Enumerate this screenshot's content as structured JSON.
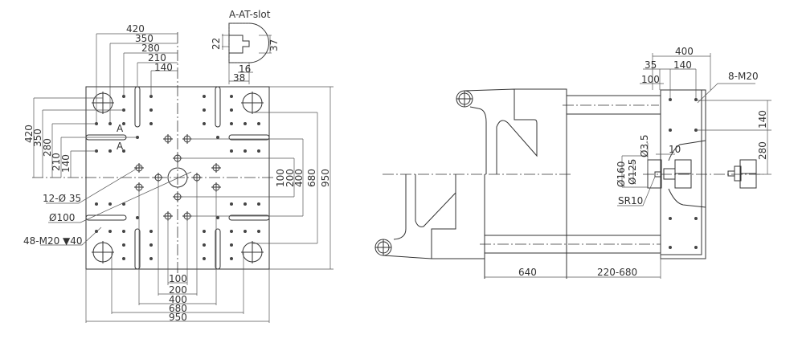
{
  "front_view": {
    "section_title": "A-AT-slot",
    "slot_dims": [
      "22",
      "37",
      "16",
      "38"
    ],
    "top_dims": [
      "420",
      "350",
      "280",
      "210",
      "140"
    ],
    "left_dims": [
      "420",
      "350",
      "280",
      "210",
      "140"
    ],
    "right_dims": [
      "100",
      "200",
      "400",
      "680",
      "950"
    ],
    "bottom_dims": [
      "100",
      "200",
      "400",
      "680",
      "950"
    ],
    "section_marks": [
      "A",
      "A"
    ],
    "callouts": {
      "holes": "12-Ø 35",
      "center": "Ø100",
      "threads": "48-M20  ▼40"
    }
  },
  "side_view": {
    "top_dims": {
      "width": "400",
      "offset": "35",
      "spacing": "140",
      "edge": "100"
    },
    "thread_callout": "8-M20",
    "right_dims": [
      "140",
      "280"
    ],
    "nozzle_dims": {
      "d3_5": "Ø3.5",
      "ten": "10",
      "d160": "Ø160",
      "d125": "Ø125",
      "sr": "SR10"
    },
    "bottom_dims": [
      "640",
      "220-680"
    ]
  }
}
